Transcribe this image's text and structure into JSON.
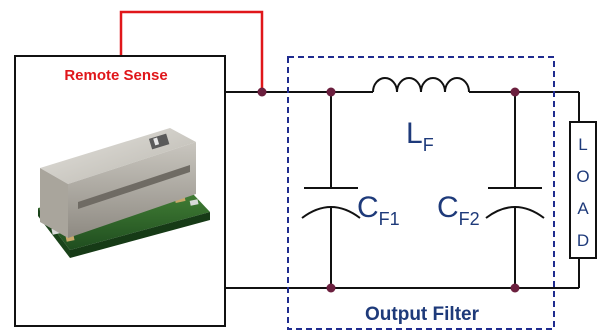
{
  "colors": {
    "remote_sense": "#e0161a",
    "filter_box": "#1f2b8f",
    "component_label": "#1e3a7a",
    "node": "#6b1f3e",
    "wire": "#111111"
  },
  "remote_sense": {
    "label": "Remote Sense"
  },
  "inductor": {
    "main": "L",
    "sub": "F"
  },
  "cap1": {
    "main": "C",
    "sub": "F1"
  },
  "cap2": {
    "main": "C",
    "sub": "F2"
  },
  "load": {
    "letters": [
      "L",
      "O",
      "A",
      "D"
    ]
  },
  "output_filter": {
    "label": "Output Filter"
  },
  "module": {
    "image": "dc-dc-converter-module-photo"
  }
}
